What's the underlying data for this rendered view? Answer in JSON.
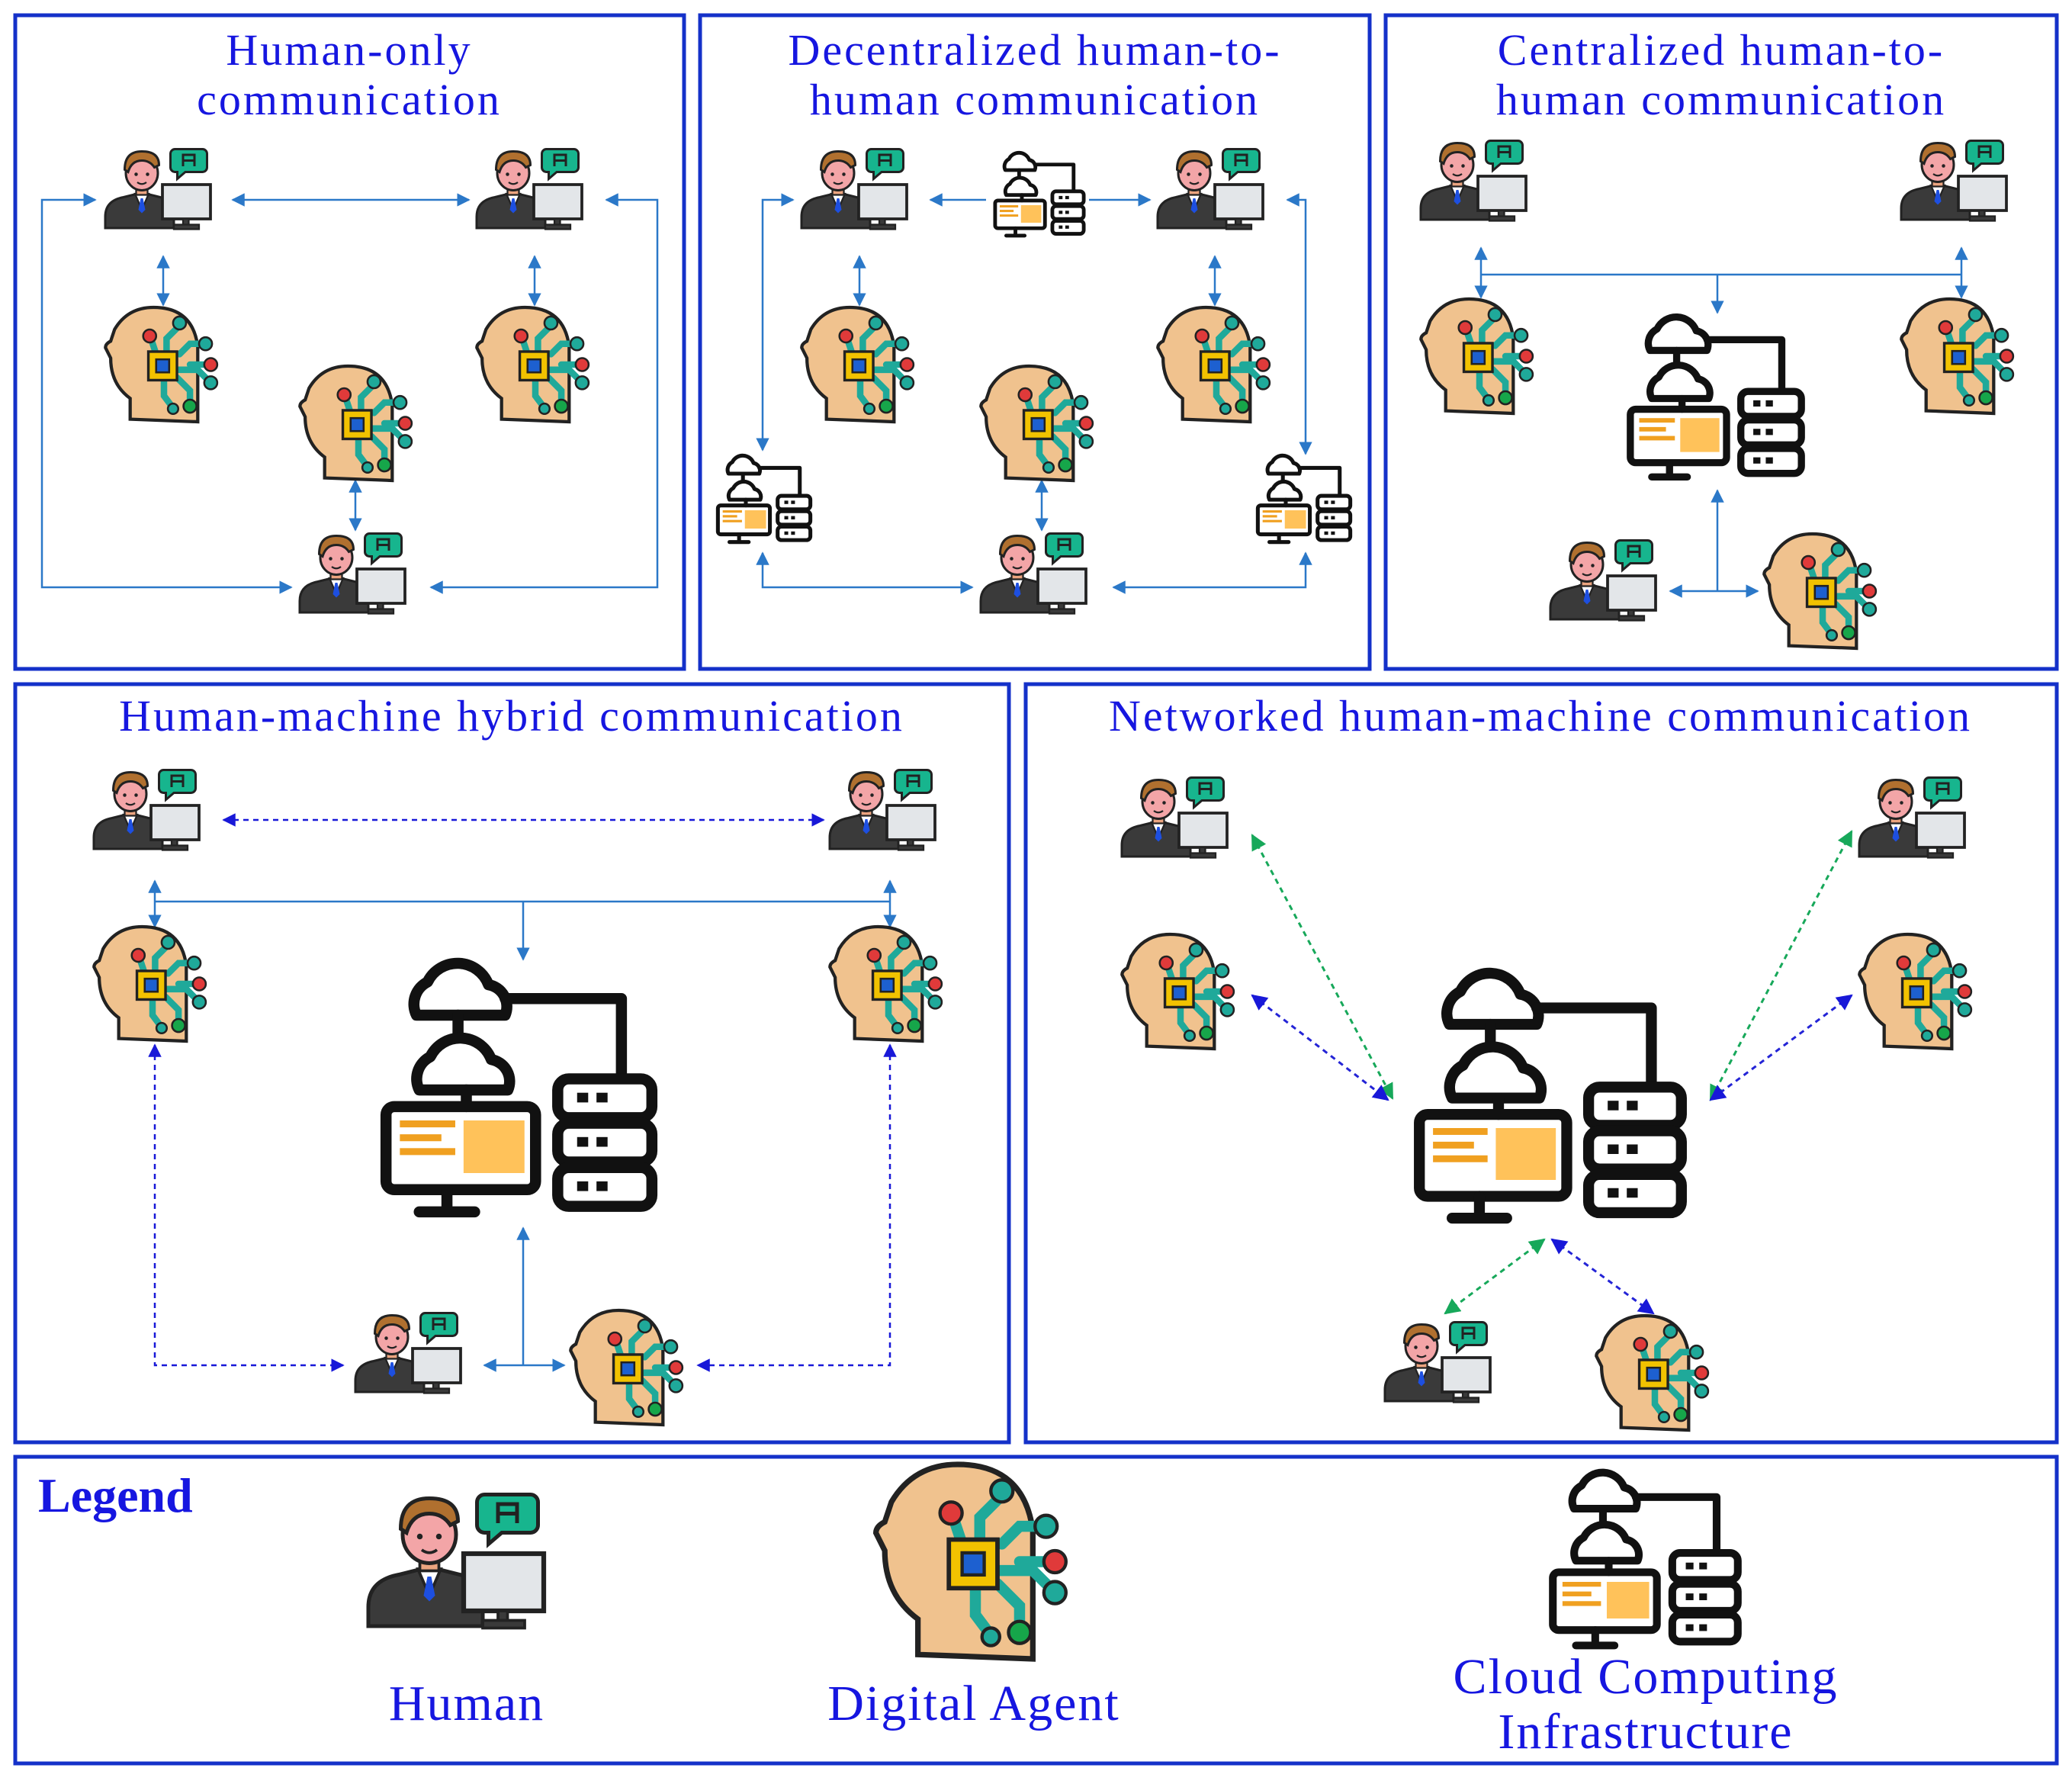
{
  "panels": {
    "human_only": {
      "title_1": "Human-only",
      "title_2": "communication"
    },
    "decentralized": {
      "title_1": "Decentralized human-to-",
      "title_2": "human communication"
    },
    "centralized": {
      "title_1": "Centralized human-to-",
      "title_2": "human communication"
    },
    "hybrid": {
      "title_1": "Human-machine hybrid communication"
    },
    "networked": {
      "title_1": "Networked human-machine communication"
    }
  },
  "legend": {
    "title": "Legend",
    "human": "Human",
    "agent": "Digital Agent",
    "cloud_1": "Cloud Computing",
    "cloud_2": "Infrastructure"
  },
  "colors": {
    "panel_border": "#1431c9",
    "title_text": "#1616e0",
    "solid_connector": "#2b78c8",
    "dashed_human_link": "#17a85a",
    "dashed_agent_link": "#2424d6"
  }
}
